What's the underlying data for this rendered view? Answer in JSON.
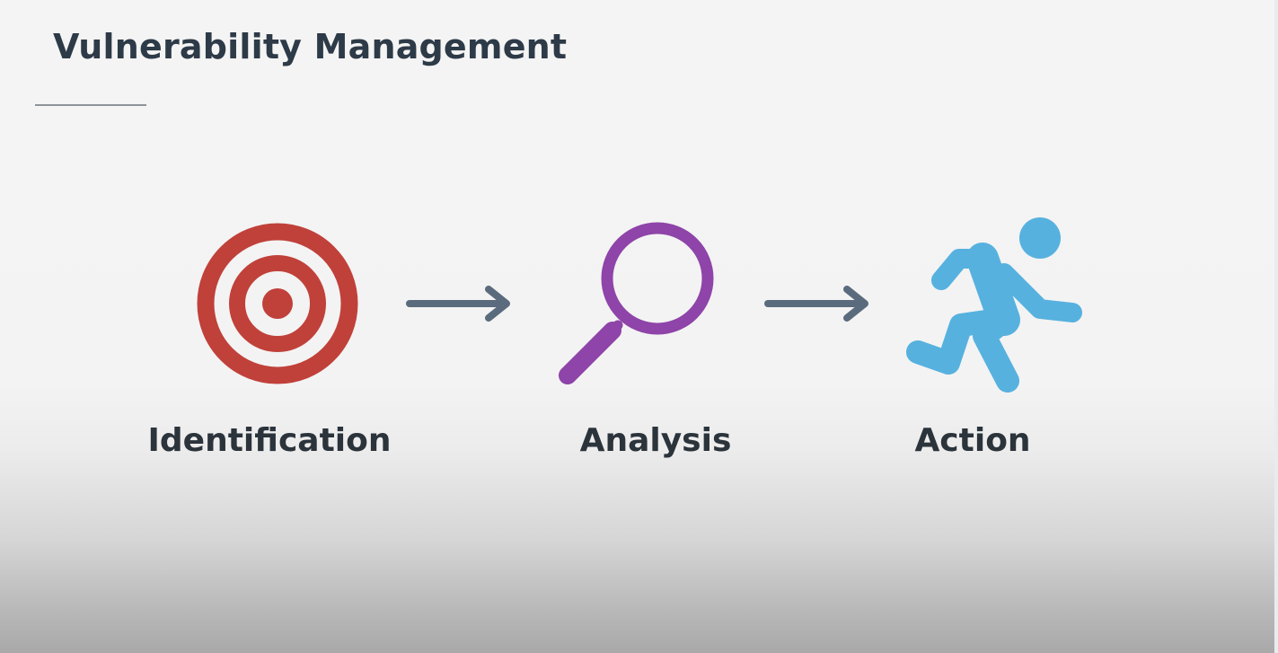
{
  "slide": {
    "title": "Vulnerability Management"
  },
  "steps": [
    {
      "label": "Identification",
      "icon": "target-icon",
      "color": "#c0413a"
    },
    {
      "label": "Analysis",
      "icon": "magnifying-glass-icon",
      "color": "#8e44a8"
    },
    {
      "label": "Action",
      "icon": "running-person-icon",
      "color": "#56b1df"
    }
  ],
  "arrows": [
    {
      "icon": "arrow-right-icon",
      "color": "#5b6b7e"
    },
    {
      "icon": "arrow-right-icon",
      "color": "#5b6b7e"
    }
  ]
}
